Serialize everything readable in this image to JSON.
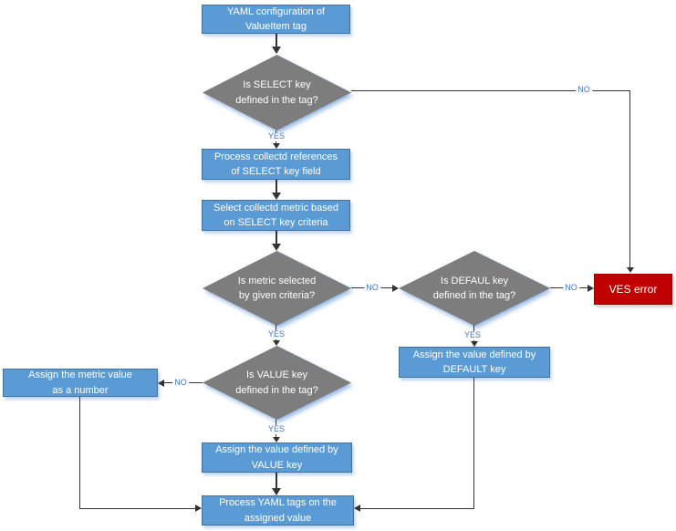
{
  "diagram": {
    "nodes": {
      "yaml_config": {
        "type": "process",
        "label": "YAML configuration of\nValueItem tag"
      },
      "is_select_key": {
        "type": "decision",
        "label": "Is SELECT key\ndefined in the tag?"
      },
      "process_references": {
        "type": "process",
        "label": "Process collectd references\nof SELECT key field"
      },
      "select_metric": {
        "type": "process",
        "label": "Select collectd metric based\non SELECT key criteria"
      },
      "is_metric_selected": {
        "type": "decision",
        "label": "Is metric selected\nby given criteria?"
      },
      "is_default_key": {
        "type": "decision",
        "label": "Is DEFAUL key\ndefined in the tag?"
      },
      "ves_error": {
        "type": "error",
        "label": "VES error"
      },
      "assign_default": {
        "type": "process",
        "label": "Assign the value defined by\nDEFAULT key"
      },
      "is_value_key": {
        "type": "decision",
        "label": "Is VALUE key\ndefined in the tag?"
      },
      "assign_metric": {
        "type": "process",
        "label": "Assign the metric value\nas a number"
      },
      "assign_value": {
        "type": "process",
        "label": "Assign the value defined by\nVALUE key"
      },
      "process_yaml_tags": {
        "type": "process",
        "label": "Process YAML tags on the\nassigned value"
      }
    },
    "edge_labels": {
      "select_yes": "YES",
      "select_no": "NO",
      "metric_yes": "YES",
      "metric_no": "NO",
      "default_yes": "YES",
      "default_no": "NO",
      "value_yes": "YES",
      "value_no": "NO"
    },
    "colors": {
      "process_fill": "#5B9BD5",
      "process_border": "#41719C",
      "decision_fill": "#7D7D7D",
      "error_fill": "#C00000",
      "error_border": "#A00000",
      "edge_color": "#333333",
      "label_color": "#4472C4",
      "text_color": "#FFFFFF"
    }
  }
}
